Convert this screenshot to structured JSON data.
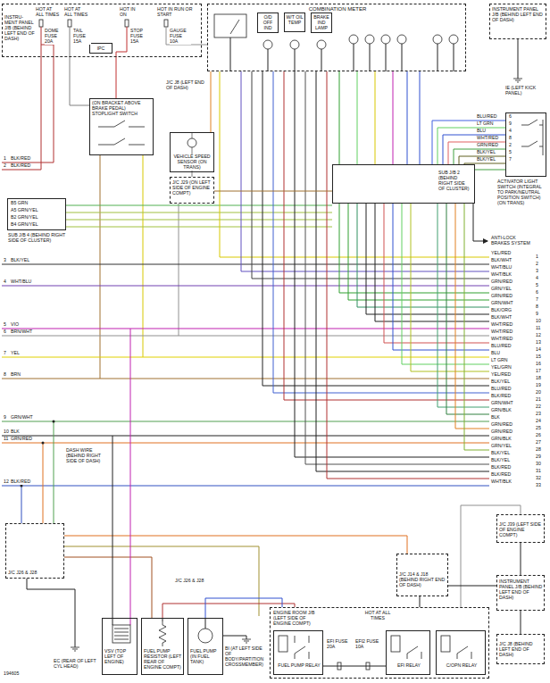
{
  "diagram": {
    "nodes": [
      {
        "text": [
          "INSTRU-MENT PANEL J/B (BEHIND LEFT END OF DASH)"
        ]
      },
      {
        "text": [
          "IPC"
        ],
        "in": 0
      },
      {
        "text": [
          "COMBINATION METER"
        ]
      },
      {
        "text": [
          "O/D OFF IND"
        ],
        "in": 2
      },
      {
        "text": [
          "W/T OIL TEMP"
        ],
        "in": 2
      },
      {
        "text": [
          "BRAKE IND LAMP"
        ],
        "in": 2
      },
      {
        "text": [
          "INSTRUMENT PANEL J/B (BEHIND LEFT END OF DASH)"
        ]
      },
      {
        "text": [
          "(ON BRACKET ABOVE BRAKE PEDAL) STOPLIGHT SWITCH"
        ]
      },
      {
        "text": [
          "VEHICLE SPEED SENSOR (ON TRANS)"
        ]
      },
      {
        "text": [
          "J/C J29 (ON LEFT SIDE OF ENGINE COMPT)"
        ]
      },
      {
        "text": [
          "SUB J/B 2 (BEHIND RIGHT SIDE OF CLUSTER)"
        ]
      },
      {
        "text": [
          "ACTIVATOR LIGHT SWITCH (INTEGRAL TO PARK/NEUTRAL POSITION SWITCH) (ON TRANS)"
        ]
      },
      {
        "text": [
          "SUB J/B 4 (BEHIND RIGHT SIDE OF CLUSTER)"
        ]
      },
      {
        "text": [
          "J/C J26 & J28"
        ]
      },
      {
        "text": [
          "VSV (TOP LEFT OF ENGINE)"
        ]
      },
      {
        "text": [
          "FUEL PUMP RESISTOR (LEFT REAR OF ENGINE COMPT)"
        ]
      },
      {
        "text": [
          "FUEL PUMP (IN FUEL TANK)"
        ]
      },
      {
        "text": [
          "ENGINE ROOM J/B (LEFT SIDE OF ENGINE COMPT)",
          "HOT AT ALL TIMES"
        ]
      },
      {
        "text": [
          "FUEL PUMP RELAY"
        ],
        "in": 17
      },
      {
        "text": [
          "EFI RELAY"
        ],
        "in": 17
      },
      {
        "text": [
          "C/OPN RELAY"
        ],
        "in": 17
      },
      {
        "text": [
          "J/C J14 & J18 (BEHIND RIGHT END OF DASH)"
        ]
      },
      {
        "text": [
          "J/C J39 (LEFT SIDE OF ENGINE COMPT)"
        ]
      },
      {
        "text": [
          "INSTRUMENT PANEL J/B (BEHIND LEFT END OF DASH)"
        ]
      },
      {
        "text": [
          "J/C J8 (BEHIND LEFT END OF DASH)"
        ]
      }
    ],
    "edges": [
      {
        "from": 0,
        "to": 7,
        "arrow": "none"
      },
      {
        "from": 0,
        "to": 2,
        "arrow": "none"
      },
      {
        "from": 8,
        "to": 2,
        "arrow": "none"
      },
      {
        "from": 2,
        "to": 10,
        "arrow": "none"
      },
      {
        "from": 10,
        "to": 11,
        "arrow": "none"
      },
      {
        "from": 9,
        "to": 10,
        "arrow": "none"
      },
      {
        "from": 15,
        "to": 17,
        "arrow": "none"
      },
      {
        "from": 16,
        "to": 17,
        "arrow": "none"
      },
      {
        "from": 21,
        "to": 17,
        "arrow": "none"
      },
      {
        "from": 22,
        "to": 23,
        "arrow": "none"
      },
      {
        "from": 23,
        "to": 24,
        "arrow": "none"
      }
    ],
    "labels": [
      "HOT AT ALL TIMES",
      "DOME FUSE 20A",
      "HOT AT ALL TIMES",
      "TAIL FUSE 15A",
      "HOT IN ON",
      "STOP FUSE 15A",
      "HOT IN RUN OR START",
      "GAUGE FUSE 10A",
      "J/C J8 (LEFT END OF DASH)",
      "IE (LEFT KICK PANEL)",
      "ANTI-LOCK BRAKES SYSTEM",
      "DASH WIRE (BEHIND RIGHT SIDE OF DASH)",
      "J/C J26 & J28",
      "EC (REAR OF LEFT CYL HEAD)",
      "BI (AT LEFT SIDE OF BODY/PARTITION CROSSMEMBER)",
      "EFI FUSE 20A",
      "EFI2 FUSE 10A",
      "194605",
      "B5 GRN",
      "A5 GRN/YEL",
      "B2 GRN/YEL",
      "B4 GRN/YEL",
      "BLU/RED",
      "LT GRN",
      "BLU",
      "WHT/RED",
      "GRN/RED",
      "BLK/YEL",
      "BLK/YEL",
      "6",
      "9",
      "4",
      "8",
      "2",
      "5",
      "7",
      "1",
      "BLK/RED",
      "2",
      "BLK/RED",
      "3",
      "BLK/YEL",
      "4",
      "WHT/BLU",
      "5",
      "VIO",
      "6",
      "BRN/WHT",
      "7",
      "YEL",
      "8",
      "BRN",
      "9",
      "GRN/WHT",
      "10",
      "BLK",
      "11",
      "GRN/RED",
      "12",
      "BLK/RED",
      "YEL/RED",
      "1",
      "BLK/WHT",
      "2",
      "WHT/BLU",
      "3",
      "WHT/BLK",
      "4",
      "GRN/RED",
      "5",
      "GRN/YEL",
      "6",
      "GRN/RED",
      "7",
      "GRN/WHT",
      "8",
      "BLK/ORG",
      "9",
      "BLK/WHT",
      "10",
      "WHT/RED",
      "11",
      "WHT/RED",
      "12",
      "WHT/RED",
      "13",
      "BLU/RED",
      "14",
      "BLU",
      "15",
      "LT GRN",
      "16",
      "YEL/GRN",
      "17",
      "YEL/RED",
      "18",
      "BLK/YEL",
      "19",
      "BLU/RED",
      "20",
      "BLK/RED",
      "21",
      "GRN/WHT",
      "22",
      "GRN/BLK",
      "23",
      "BLK",
      "24",
      "GRN/RED",
      "25",
      "GRN/RED",
      "26",
      "GRN/BLK",
      "27",
      "GRN/YEL",
      "28",
      "BLK/YEL",
      "29",
      "BLK/YEL",
      "30",
      "BLK/RED",
      "31",
      "BLK/RED",
      "32",
      "WHT/BLK",
      "33"
    ]
  }
}
